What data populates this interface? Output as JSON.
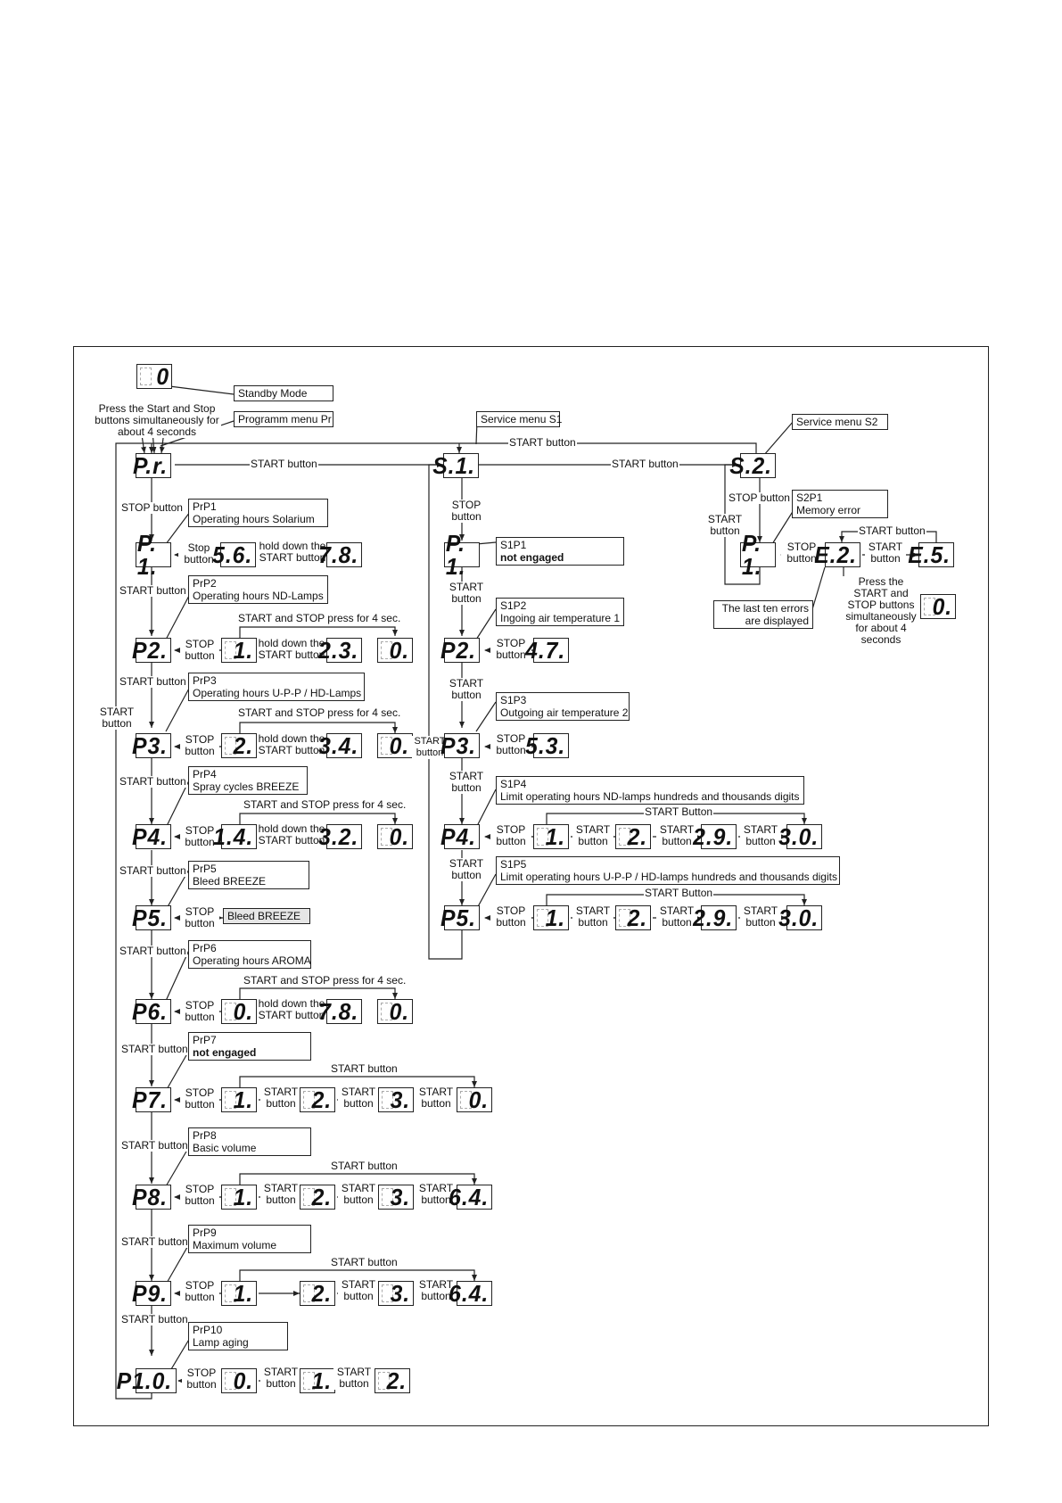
{
  "standby": {
    "display": "0",
    "label": "Standby Mode",
    "instruction": "Press the Start and Stop buttons simultaneously for about 4 seconds"
  },
  "prog_menu": {
    "label": "Programm menu Pr",
    "display": "P.r.",
    "start_to_s1": "START button",
    "start_top": "START button",
    "stop_button": "STOP button",
    "return_start": "START button"
  },
  "p1": {
    "display": "P. 1.",
    "box1": "PrP1",
    "box2": "Operating hours Solarium",
    "stop": "Stop button",
    "v1": "5.6.",
    "hold": "hold down the START button",
    "v2": "7.8."
  },
  "p2": {
    "step": "START button",
    "display": "P2.",
    "box1": "PrP2",
    "box2": "Operating hours ND-Lamps",
    "stop": "STOP button",
    "v1": "1.",
    "hold": "hold down the START button",
    "v2": "2.3.",
    "reset": "START and STOP press for 4 sec.",
    "v3": "0."
  },
  "p3": {
    "step": "START button",
    "display": "P3.",
    "box1": "PrP3",
    "box2": "Operating hours U-P-P / HD-Lamps",
    "stop": "STOP button",
    "v1": "2.",
    "hold": "hold down the START button",
    "v2": "3.4.",
    "reset": "START and STOP press for 4 sec.",
    "v3": "0."
  },
  "p4": {
    "step": "START button",
    "display": "P4.",
    "box1": "PrP4",
    "box2": "Spray cycles BREEZE",
    "stop": "STOP button",
    "v1": "1.4.",
    "hold": "hold down the START button",
    "v2": "3.2.",
    "reset": "START and STOP press for 4 sec.",
    "v3": "0."
  },
  "p5": {
    "step": "START button",
    "display": "P5.",
    "box1": "PrP5",
    "box2": "Bleed BREEZE",
    "stop": "STOP button",
    "result": "Bleed BREEZE"
  },
  "p6": {
    "step": "START button",
    "display": "P6.",
    "box1": "PrP6",
    "box2": "Operating hours AROMA",
    "stop": "STOP button",
    "v1": "0.",
    "hold": "hold down the START button",
    "v2": "7.8.",
    "reset": "START and STOP press for 4 sec.",
    "v3": "0."
  },
  "p7": {
    "step": "START button",
    "display": "P7.",
    "box1": "PrP7",
    "box2": "not engaged",
    "stop": "STOP button",
    "v1": "1.",
    "s1": "START button",
    "v2": "2.",
    "s2": "START button",
    "v3": "3.",
    "s3": "START button",
    "v4": "0.",
    "loop": "START button"
  },
  "p8": {
    "step": "START button",
    "display": "P8.",
    "box1": "PrP8",
    "box2": "Basic volume",
    "stop": "STOP button",
    "v1": "1.",
    "s1": "START button",
    "v2": "2.",
    "s2": "START button",
    "v3": "3.",
    "s3": "START button",
    "v4": "6.4.",
    "loop": "START button"
  },
  "p9": {
    "step": "START button",
    "display": "P9.",
    "box1": "PrP9",
    "box2": "Maximum volume",
    "stop": "STOP button",
    "v1": "1.",
    "v2": "2.",
    "s2": "START button",
    "v3": "3.",
    "s3": "START button",
    "v4": "6.4.",
    "loop": "START button"
  },
  "p10": {
    "step": "START button",
    "display": "P1.0.",
    "box1": "PrP10",
    "box2": "Lamp aging",
    "stop": "STOP button",
    "v1": "0.",
    "s1": "START button",
    "v2": "1.",
    "s2": "START button",
    "v3": "2."
  },
  "left_loop": "START button",
  "s1": {
    "label": "Service menu S1",
    "display": "S.1.",
    "start_to_s2": "START button",
    "stop": "STOP button",
    "return": "START button",
    "p1": {
      "display": "P. 1.",
      "box1": "S1P1",
      "box2": "not engaged"
    },
    "p2": {
      "step": "START button",
      "display": "P2.",
      "box1": "S1P2",
      "box2": "Ingoing air temperature 1",
      "stop": "STOP button",
      "v1": "4.7."
    },
    "p3": {
      "step": "START button",
      "display": "P3.",
      "box1": "S1P3",
      "box2": "Outgoing air temperature 2",
      "stop": "STOP button",
      "v1": "5.3."
    },
    "p4": {
      "step": "START button",
      "display": "P4.",
      "box1": "S1P4",
      "box2": "Limit operating hours ND-lamps hundreds and thousands digits",
      "stop": "STOP button",
      "v1": "1.",
      "s1": "START button",
      "v2": "2.",
      "s2": "START button",
      "v3": "2.9.",
      "s3": "START button",
      "v4": "3.0.",
      "loop": "START Button"
    },
    "p5": {
      "step": "START button",
      "display": "P5.",
      "box1": "S1P5",
      "box2": "Limit operating hours U-P-P / HD-lamps hundreds and thousands digits",
      "stop": "STOP button",
      "v1": "1.",
      "s1": "START button",
      "v2": "2.",
      "s2": "START button",
      "v3": "2.9.",
      "s3": "START button",
      "v4": "3.0.",
      "loop": "START Button"
    }
  },
  "s2": {
    "label": "Service menu S2",
    "display": "S.2.",
    "stop": "STOP button",
    "return": "START button",
    "p1": {
      "display": "P. 1.",
      "box1": "S2P1",
      "box2": "Memory error",
      "stop": "STOP button",
      "e1": "E.2.",
      "start": "START button",
      "e2": "E.5.",
      "loop": "START button"
    },
    "errors_note": "The last ten errors are displayed",
    "exit": "Press the START and STOP buttons simultaneously for about 4 seconds",
    "exit_display": "0."
  },
  "colors": {
    "line": "#222222",
    "ghost_segment": "#aaaaaa",
    "gray_box": "#e6e6e6"
  }
}
